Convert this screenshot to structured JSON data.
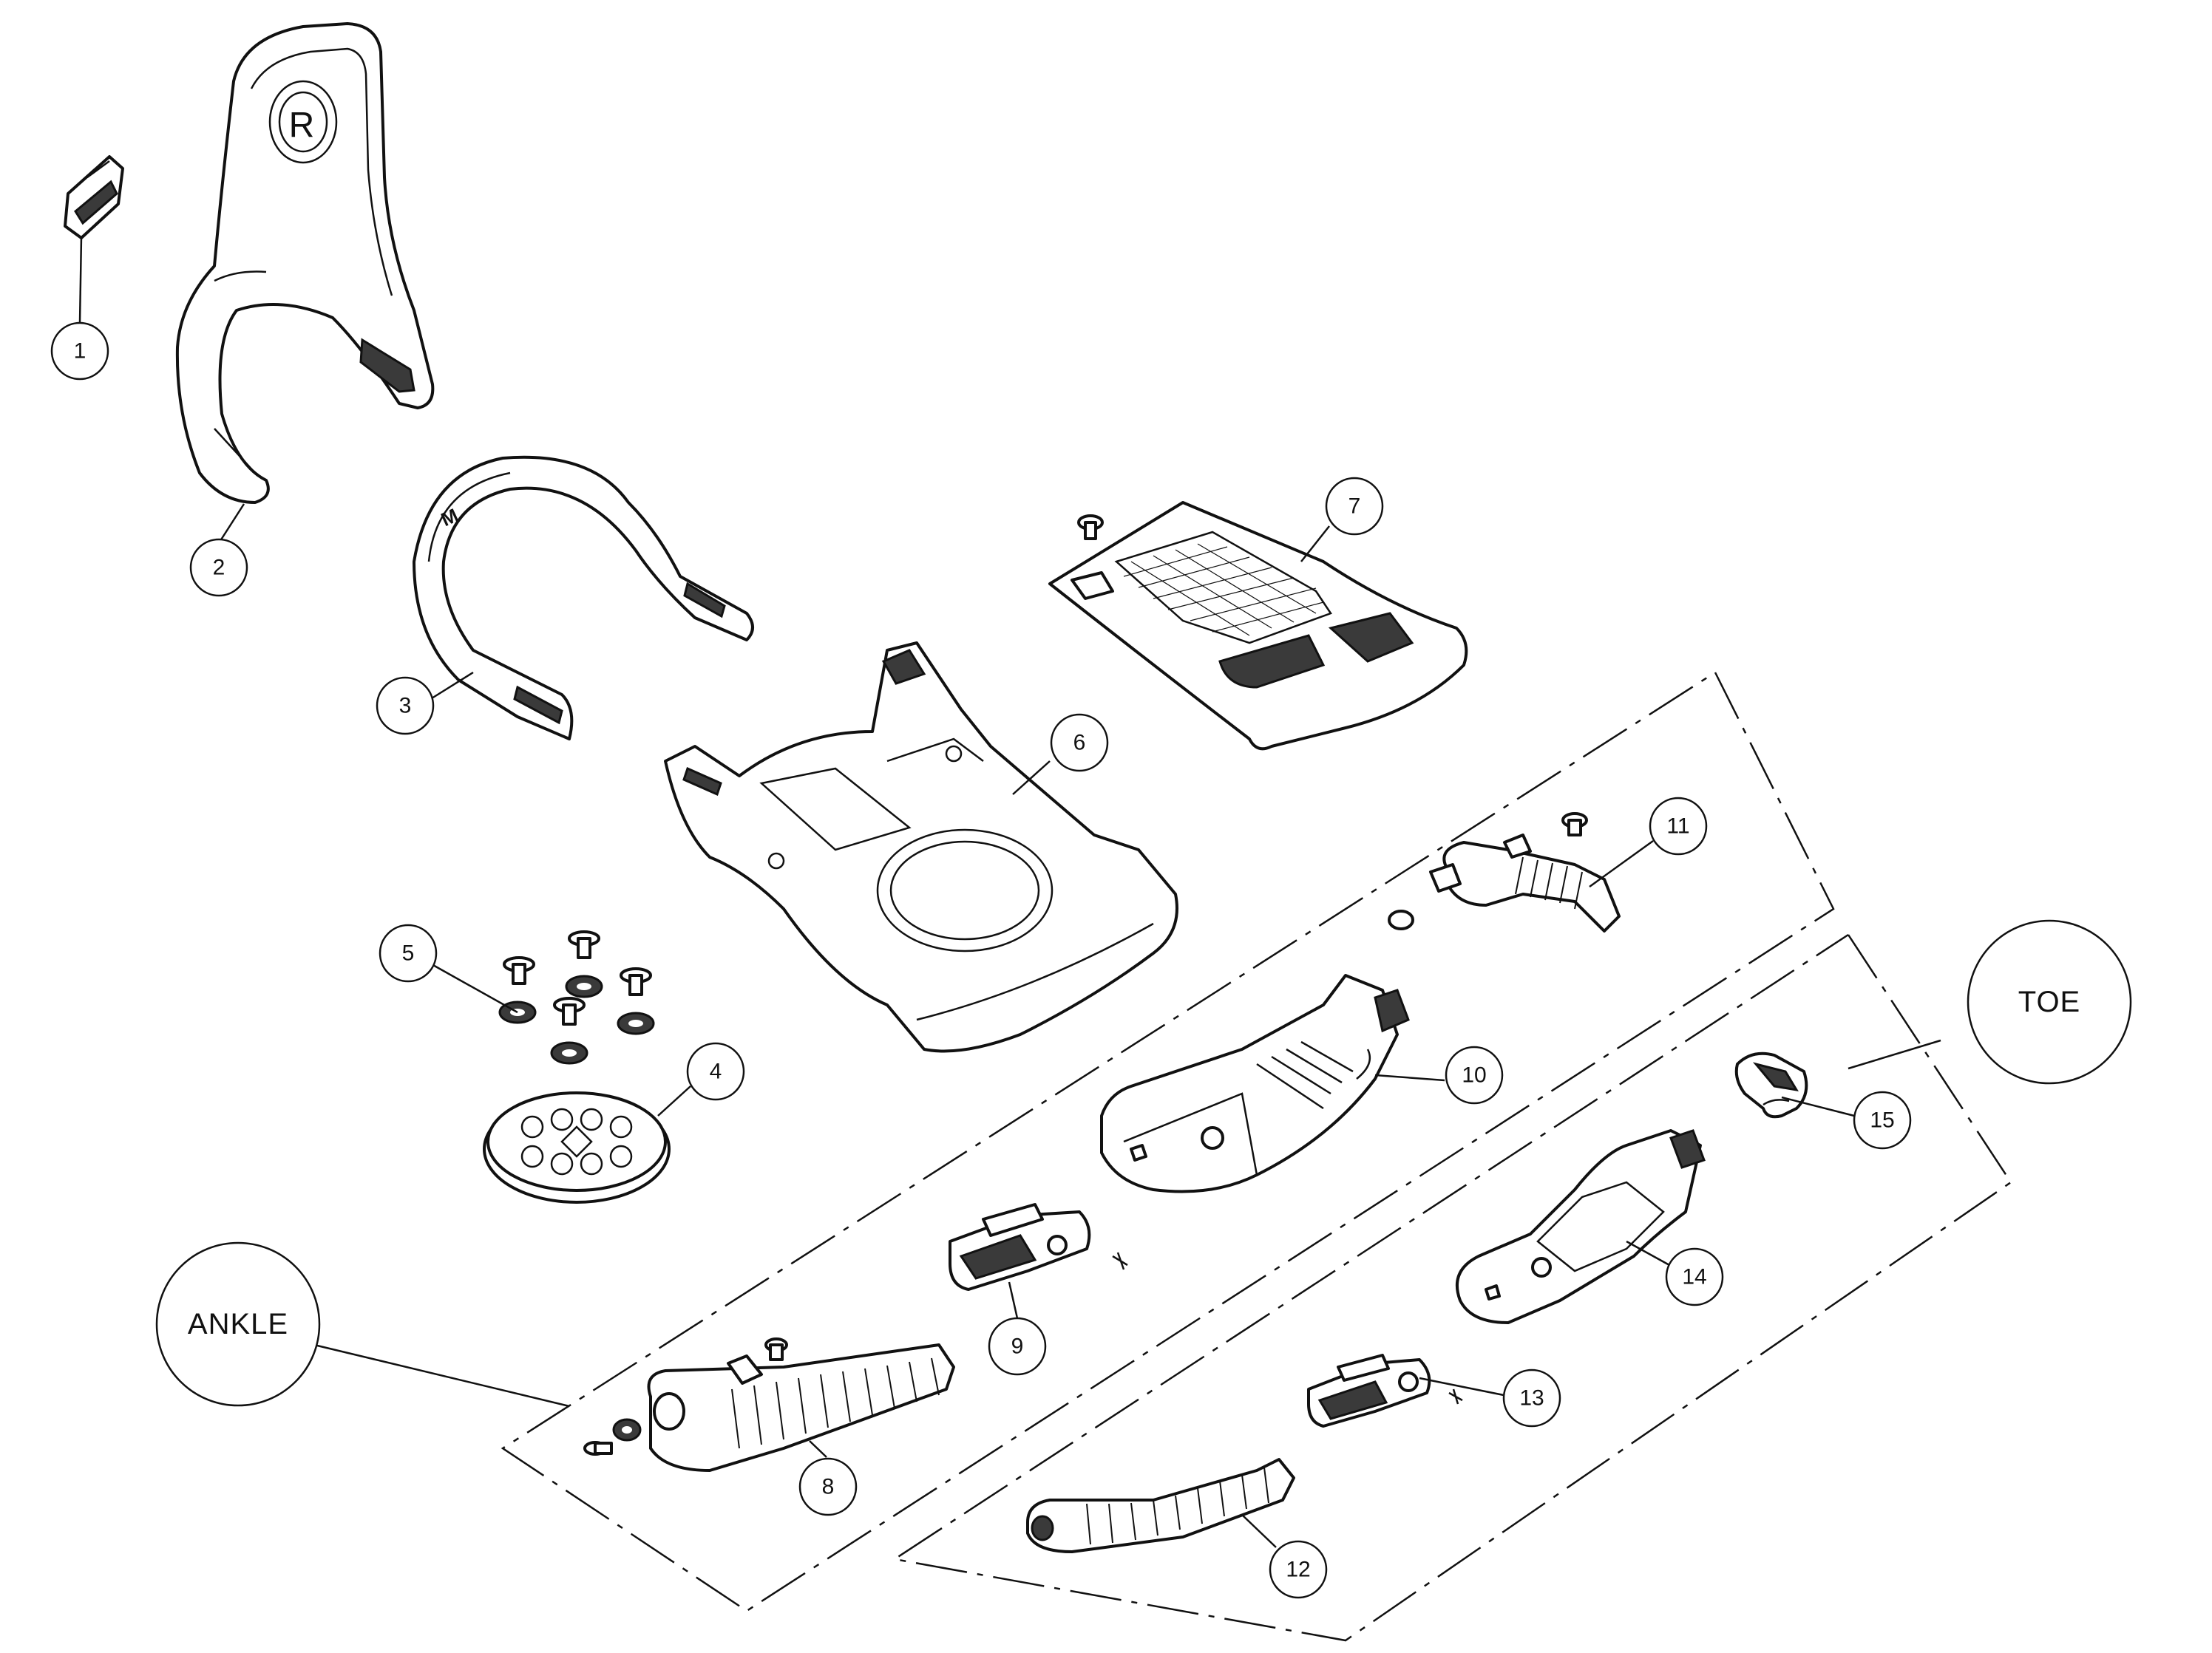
{
  "diagram": {
    "brand_mark": "R",
    "size_mark": "M",
    "callouts": [
      "1",
      "2",
      "3",
      "4",
      "5",
      "6",
      "7",
      "8",
      "9",
      "10",
      "11",
      "12",
      "13",
      "14",
      "15"
    ],
    "groups": {
      "ankle": "ANKLE",
      "toe": "TOE"
    }
  }
}
